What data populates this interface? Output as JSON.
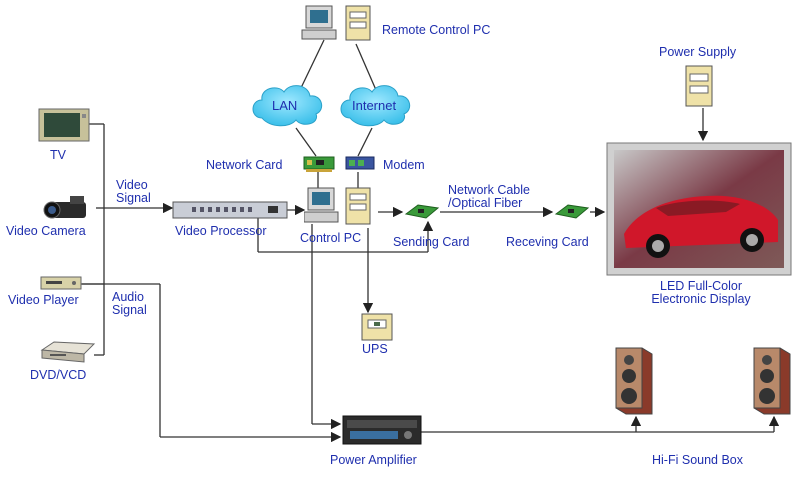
{
  "labels": {
    "remote_control_pc": "Remote Control PC",
    "power_supply": "Power Supply",
    "lan": "LAN",
    "internet": "Internet",
    "network_card": "Network Card",
    "modem": "Modem",
    "tv": "TV",
    "video_signal_1": "Video",
    "video_signal_2": "Signal",
    "video_camera": "Video Camera",
    "video_processor": "Video Processor",
    "control_pc": "Control PC",
    "network_cable_1": "Network Cable",
    "network_cable_2": "/Optical Fiber",
    "sending_card": "Sending Card",
    "receiving_card": "Receving Card",
    "led_display_1": "LED Full-Color",
    "led_display_2": "Electronic Display",
    "video_player": "Video Player",
    "audio_signal_1": "Audio",
    "audio_signal_2": "Signal",
    "ups": "UPS",
    "dvd_vcd": "DVD/VCD",
    "power_amplifier": "Power Amplifier",
    "hifi_sound_box": "Hi-Fi Sound Box"
  },
  "colors": {
    "label_text": "#1f2fae",
    "wire": "#333333",
    "cloud": "#5fd0f0",
    "device_beige": "#e8dca0",
    "card_green": "#3a9a3a"
  }
}
